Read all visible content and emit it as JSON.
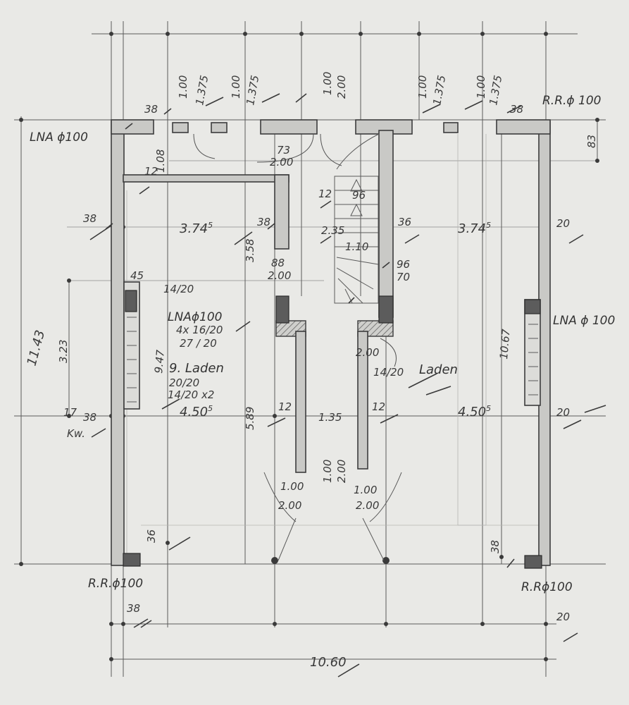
{
  "plan": {
    "overall_width": "10.60",
    "overall_depth": "11.43",
    "rooms": {
      "left_shop": "9. Laden",
      "right_shop": "Laden"
    },
    "pipes": {
      "lna_top_left": "LNA ϕ100",
      "rr_top_right": "R.R.ϕ 100",
      "lna_middle": "LNAϕ100",
      "lna_right": "LNA ϕ 100",
      "rr_bottom_left": "R.R.ϕ100",
      "rr_bottom_right": "R.Rϕ100"
    },
    "top_openings": [
      {
        "w": "1.00",
        "h": "1.375"
      },
      {
        "w": "1.00",
        "h": "1.375"
      },
      {
        "w": "1.00",
        "h": "2.00"
      },
      {
        "w": "1.00",
        "h": "1.375"
      },
      {
        "w": "1.00",
        "h": "1.375"
      }
    ],
    "dims": {
      "wall_38_tl": "38",
      "wall_38_tr": "38",
      "d_83": "83",
      "d_108": "1.08",
      "d_12a": "12",
      "d_73": "73",
      "d_200a": "2.00",
      "d_12b": "12",
      "d_96": "96",
      "d_38_left": "38",
      "w_3745_left": "3.74",
      "w_3745_left_sup": "5",
      "d_38_mid": "38",
      "d_358": "3.58",
      "d_235": "2.35",
      "d_36": "36",
      "w_3745_right": "3.74",
      "w_3745_right_sup": "5",
      "d_20_right": "20",
      "d_110": "1.10",
      "d_96b": "96",
      "d_70": "70",
      "d_88": "88",
      "d_200b": "2.00",
      "d_45": "45",
      "d_1420": "14/20",
      "d_323": "3.23",
      "beams": "4x 16/20",
      "beam2": "27 / 20",
      "d_947": "9.47",
      "d_1067": "10.67",
      "d_200c": "2.00",
      "d_1420b": "14/20",
      "d_2020": "20/20",
      "d_1420x2": "14/20 x2",
      "w_4505_left": "4.50",
      "w_4505_left_sup": "5",
      "w_4505_right": "4.50",
      "w_4505_right_sup": "5",
      "d_38_side": "38",
      "d_17": "17",
      "d_589": "5.89",
      "d_12c": "12",
      "d_135": "1.35",
      "d_12d": "12",
      "d_20_r2": "20",
      "d_100a": "1.00",
      "d_200d": "2.00",
      "door_l_w": "1.00",
      "door_l_h": "2.00",
      "door_r_w": "1.00",
      "door_r_h": "2.00",
      "d_36b": "36",
      "d_38b": "38",
      "d_38_bottom": "38",
      "d_20_bottom": "20",
      "abbr_side": "Kw."
    }
  }
}
